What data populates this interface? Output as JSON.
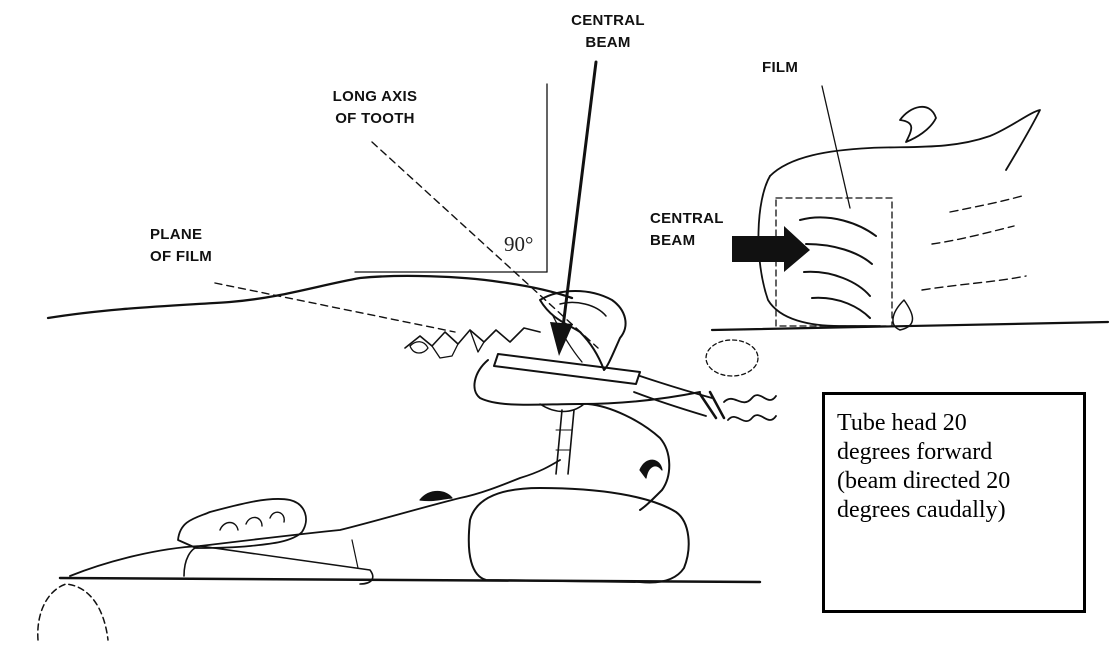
{
  "labels": {
    "central_beam_top": [
      "CENTRAL",
      "BEAM"
    ],
    "film_top": "FILM",
    "long_axis": [
      "LONG AXIS",
      "OF TOOTH"
    ],
    "plane_of_film": [
      "PLANE",
      "OF FILM"
    ],
    "central_beam_inset": [
      "CENTRAL",
      "BEAM"
    ],
    "angle": "90°"
  },
  "note_box": {
    "lines": [
      "Tube head 20",
      "degrees forward",
      "(beam directed 20",
      "degrees caudally)"
    ]
  }
}
